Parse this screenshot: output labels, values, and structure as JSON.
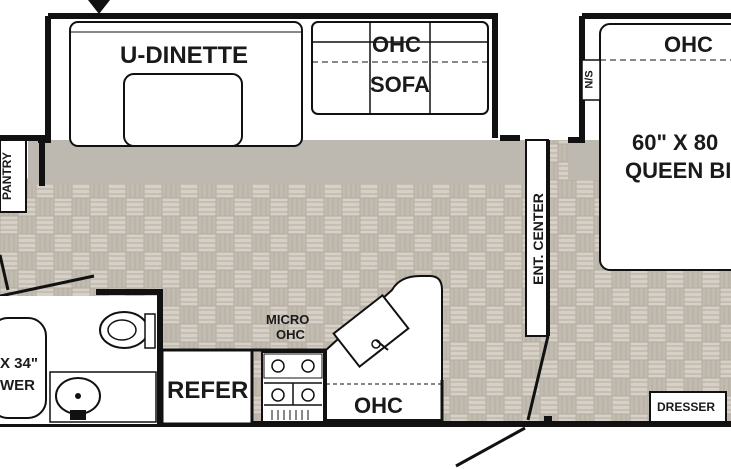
{
  "labels": {
    "u_dinette": "U-DINETTE",
    "ohc_sofa": "OHC",
    "sofa": "SOFA",
    "ohc_bedroom": "OHC",
    "ns": "N/S",
    "bed_size": "60\" X 80",
    "bed_name": "QUEEN BI",
    "pantry": "PANTRY",
    "ent_center": "ENT. CENTER",
    "micro": "MICRO",
    "micro_ohc": "OHC",
    "refer": "REFER",
    "ohc_kitchen": "OHC",
    "dresser": "DRESSER",
    "shower_size": "X 34\"",
    "shower": "WER"
  },
  "colors": {
    "wall": "#111111",
    "cabinet": "#bdb8b0",
    "floor": "#c9c3ba",
    "white": "#ffffff"
  }
}
